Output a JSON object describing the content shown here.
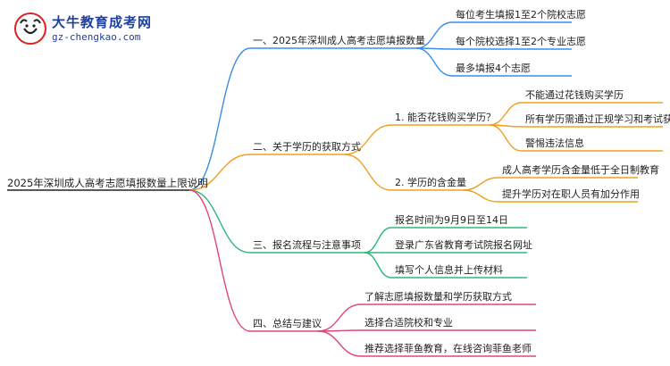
{
  "logo": {
    "title": "大牛教育成考网",
    "url": "gz-chengkao.com"
  },
  "colors": {
    "b1": "#3a8ee6",
    "b2": "#f0a020",
    "b3": "#2eb87a",
    "b4": "#e0457a",
    "root_line": "#222222"
  },
  "root": "2025年深圳成人高考志愿填报数量上限说明",
  "branches": [
    {
      "label": "一、2025年深圳成人高考志愿填报数量",
      "items": [
        {
          "label": "每位考生填报1至2个院校志愿"
        },
        {
          "label": "每个院校选择1至2个专业志愿"
        },
        {
          "label": "最多填报4个志愿"
        }
      ]
    },
    {
      "label": "二、关于学历的获取方式",
      "items": [
        {
          "label": "1. 能否花钱购买学历？",
          "children": [
            "不能通过花钱购买学历",
            "所有学历需通过正规学习和考试获取",
            "警惕违法信息"
          ]
        },
        {
          "label": "2. 学历的含金量",
          "children": [
            "成人高考学历含金量低于全日制教育",
            "提升学历对在职人员有加分作用"
          ]
        }
      ]
    },
    {
      "label": "三、报名流程与注意事项",
      "items": [
        {
          "label": "报名时间为9月9日至14日"
        },
        {
          "label": "登录广东省教育考试院报名网址"
        },
        {
          "label": "填写个人信息并上传材料"
        }
      ]
    },
    {
      "label": "四、总结与建议",
      "items": [
        {
          "label": "了解志愿填报数量和学历获取方式"
        },
        {
          "label": "选择合适院校和专业"
        },
        {
          "label": "推荐选择菲鱼教育，在线咨询菲鱼老师"
        }
      ]
    }
  ]
}
